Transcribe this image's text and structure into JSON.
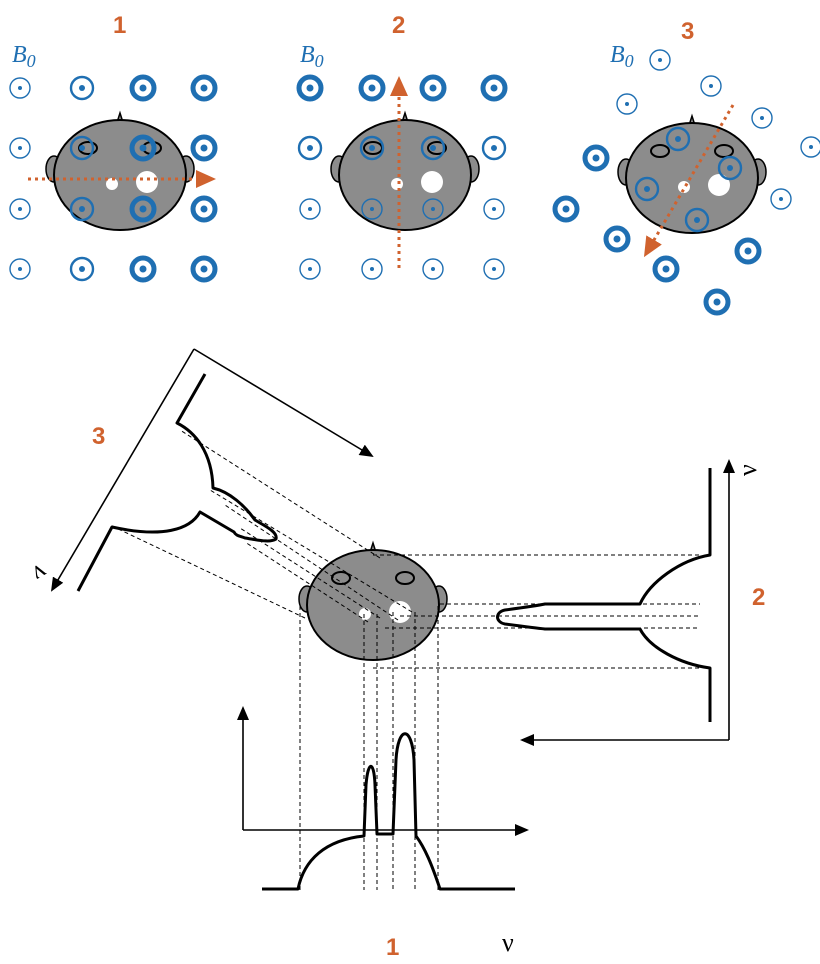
{
  "panels": [
    {
      "number": "1",
      "field_label": "B",
      "field_sub": "0"
    },
    {
      "number": "2",
      "field_label": "B",
      "field_sub": "0"
    },
    {
      "number": "3",
      "field_label": "B",
      "field_sub": "0"
    }
  ],
  "projections": [
    {
      "number": "1",
      "axis_label": "ν"
    },
    {
      "number": "2",
      "axis_label": "ν"
    },
    {
      "number": "3",
      "axis_label": "ν"
    }
  ],
  "colors": {
    "accent_orange": "#d0622e",
    "field_blue": "#1f6fb2",
    "head_gray": "#8c8c8c"
  }
}
